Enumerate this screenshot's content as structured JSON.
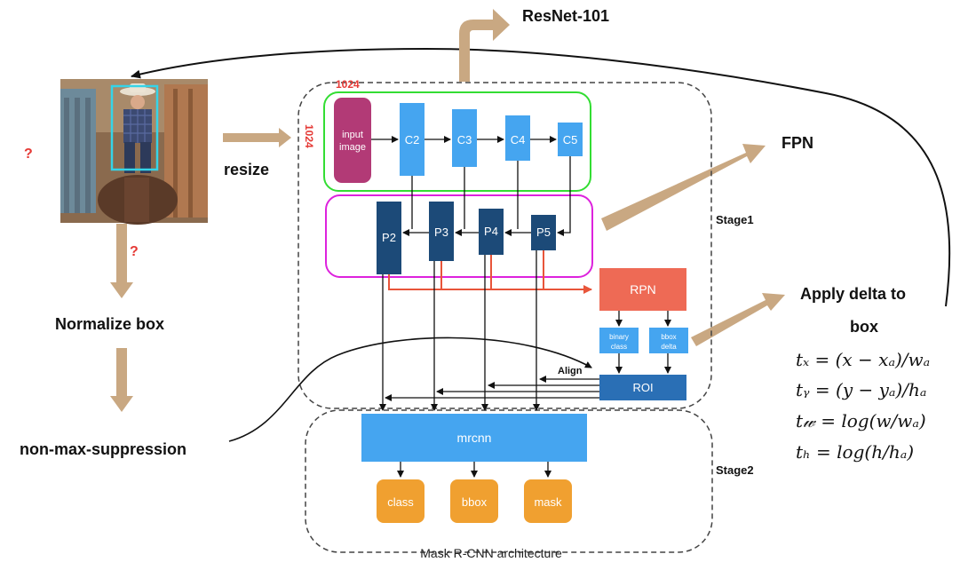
{
  "labels": {
    "resnet": "ResNet-101",
    "fpn": "FPN",
    "resize": "resize",
    "normalize_box": "Normalize box",
    "nms": "non-max-suppression",
    "apply_delta_line1": "Apply delta to",
    "apply_delta_line2": "box",
    "stage1": "Stage1",
    "stage2": "Stage2",
    "size_top": "1024",
    "size_side": "1024",
    "question_left": "?",
    "question_down": "?",
    "align": "Align",
    "caption": "Mask R-CNN architecture"
  },
  "blocks": {
    "input_line1": "input",
    "input_line2": "image",
    "c2": "C2",
    "c3": "C3",
    "c4": "C4",
    "c5": "C5",
    "p2": "P2",
    "p3": "P3",
    "p4": "P4",
    "p5": "P5",
    "rpn": "RPN",
    "binary_line1": "binary",
    "binary_line2": "class",
    "bbox_delta_line1": "bbox",
    "bbox_delta_line2": "delta",
    "roi": "ROI",
    "mrcnn": "mrcnn",
    "class": "class",
    "bbox": "bbox",
    "mask": "mask"
  },
  "formulas": {
    "tx": "tₓ = (x − xₐ)/wₐ",
    "ty": "tᵧ = (y − yₐ)/hₐ",
    "tw": "t𝓌 = log(w/wₐ)",
    "th": "tₕ = log(h/hₐ)"
  },
  "colors": {
    "tan_arrow": "#c9a882",
    "backbone_border": "#33dd33",
    "fpn_border": "#dd22dd",
    "c_block": "#45a5f0",
    "p_block": "#1c4a78",
    "input_block": "#b23a76",
    "rpn": "#ee6a55",
    "roi": "#2a6fb5",
    "mrcnn": "#45a5f0",
    "head": "#f0a030",
    "red_text": "#e53935"
  }
}
